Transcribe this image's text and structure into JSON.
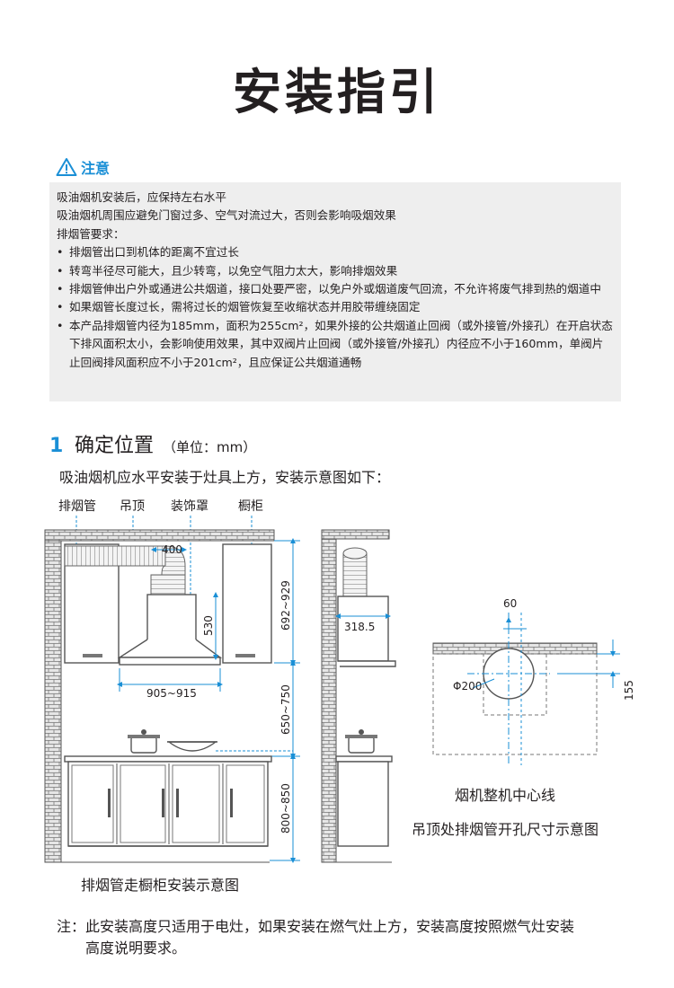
{
  "page": {
    "title": "安装指引"
  },
  "notice": {
    "label": "注意",
    "lines": [
      "吸油烟机安装后，应保持左右水平",
      "吸油烟机周围应避免门窗过多、空气对流过大，否则会影响吸烟效果",
      "排烟管要求："
    ],
    "bullets": [
      "排烟管出口到机体的距离不宜过长",
      "转弯半径尽可能大，且少转弯，以免空气阻力太大，影响排烟效果",
      "排烟管伸出户外或通进公共烟道，接口处要严密，以免户外或烟道废气回流，不允许将废气排到热的烟道中",
      "如果烟管长度过长，需将过长的烟管恢复至收缩状态并用胶带缠绕固定",
      "本产品排烟管内径为185mm，面积为255cm²，如果外接的公共烟道止回阀（或外接管/外接孔）在开启状态下排风面积太小，会影响使用效果，其中双阀片止回阀（或外接管/外接孔）内径应不小于160mm，单阀片止回阀排风面积应不小于201cm²，且应保证公共烟道通畅"
    ]
  },
  "section1": {
    "number": "1",
    "title": "确定位置",
    "unit": "（单位：mm）",
    "intro": "吸油烟机应水平安装于灶具上方，安装示意图如下："
  },
  "diagram_left": {
    "labels": {
      "exhaust_pipe": "排烟管",
      "ceiling": "吊顶",
      "cover": "装饰罩",
      "cabinet": "橱柜"
    },
    "dims": {
      "pipe": "400",
      "hood_height": "530",
      "hood_width": "905~915",
      "cabinet_height": "692~929",
      "hood_to_stove": "650~750",
      "counter_height": "800~850"
    },
    "caption": "排烟管走橱柜安装示意图"
  },
  "diagram_side": {
    "dims": {
      "depth": "318.5"
    }
  },
  "diagram_right": {
    "dims": {
      "offset": "60",
      "hole": "Φ200",
      "depth": "155"
    },
    "center_label": "烟机整机中心线",
    "caption": "吊顶处排烟管开孔尺寸示意图"
  },
  "note": {
    "line1": "注：此安装高度只适用于电灶，如果安装在燃气灶上方，安装高度按照燃气灶安装",
    "line2": "高度说明要求。"
  },
  "colors": {
    "accent": "#1a8fd6",
    "dimension": "#1a8fd6",
    "notice_bg": "#eeeeee",
    "text": "#231f20"
  }
}
